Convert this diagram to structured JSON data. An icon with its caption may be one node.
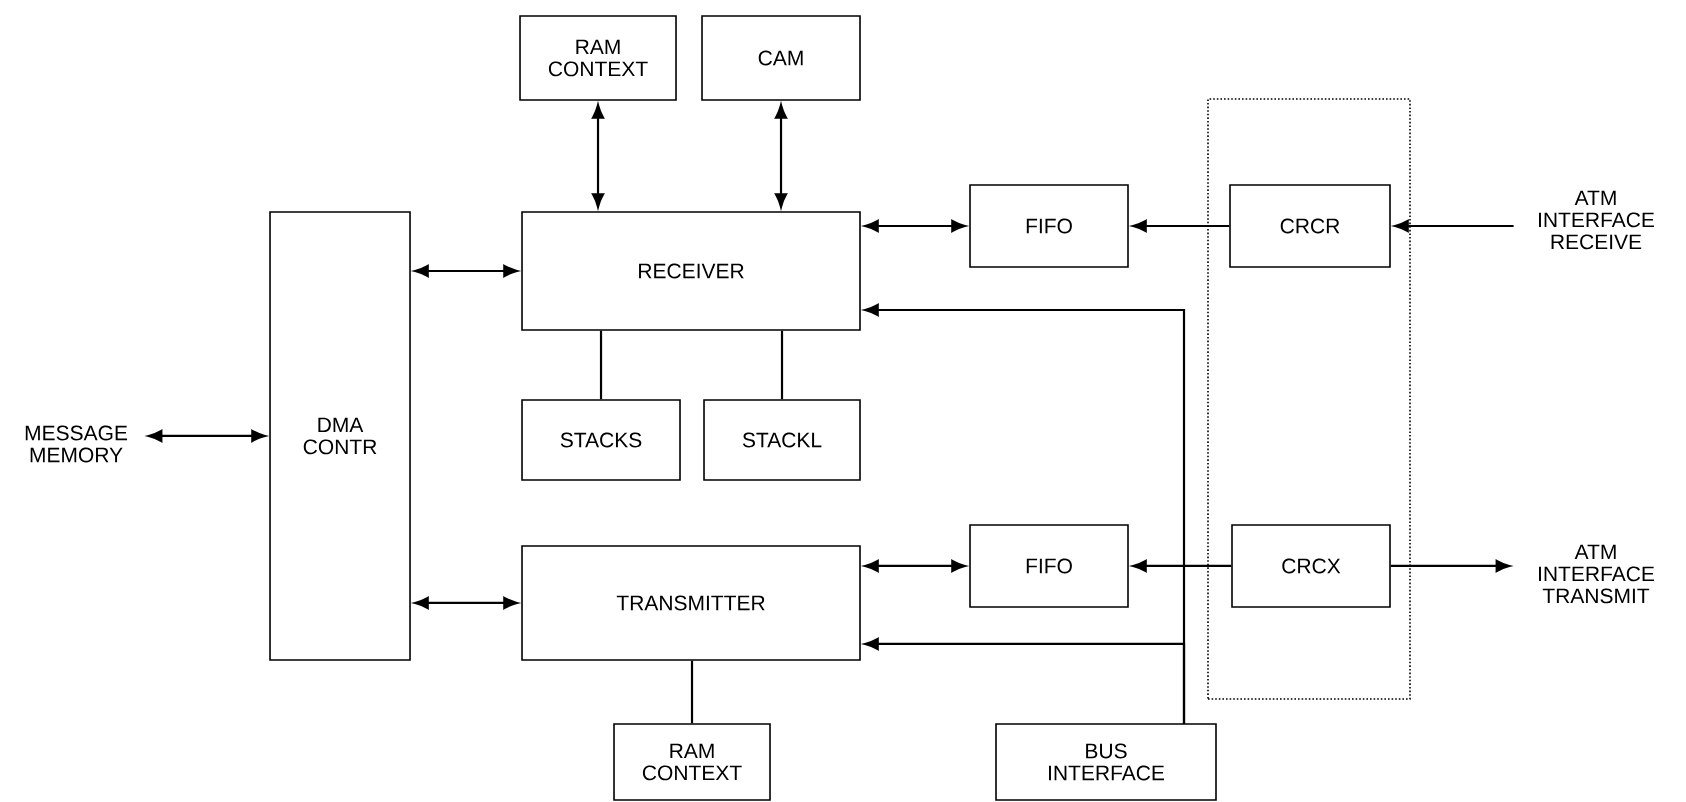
{
  "diagram": {
    "nodes": [
      {
        "text": [
          "RAM CONTEXT"
        ]
      },
      {
        "text": [
          "CAM"
        ]
      },
      {
        "text": [
          "DMA CONTR"
        ]
      },
      {
        "text": [
          "RECEIVER"
        ]
      },
      {
        "text": [
          "FIFO"
        ]
      },
      {
        "text": [],
        "shape": "box"
      },
      {
        "text": [
          "CRCR"
        ],
        "in": 5
      },
      {
        "text": [
          "ATM INTERFACE RECEIVE"
        ]
      },
      {
        "text": [
          "STACKS"
        ]
      },
      {
        "text": [
          "STACKL"
        ]
      },
      {
        "text": [
          "MESSAGE MEMORY"
        ]
      },
      {
        "text": [
          "TRANSMITTER"
        ]
      },
      {
        "text": [
          "FIFO"
        ]
      },
      {
        "text": [
          "CRCX"
        ],
        "in": 5
      },
      {
        "text": [
          "ATM INTERFACE TRANSMIT"
        ]
      },
      {
        "text": [
          "RAM CONTEXT"
        ]
      },
      {
        "text": [
          "BUS INTERFACE"
        ]
      }
    ],
    "edges": [
      {
        "from": 0,
        "to": 3,
        "arrow": "both"
      },
      {
        "from": 1,
        "to": 3,
        "arrow": "both"
      },
      {
        "from": 2,
        "to": 3,
        "arrow": "both"
      },
      {
        "from": 3,
        "to": 4,
        "arrow": "both"
      },
      {
        "from": 6,
        "to": 4,
        "arrow": "to"
      },
      {
        "from": 7,
        "to": 6,
        "arrow": "to"
      },
      {
        "from": 3,
        "to": 8,
        "arrow": "none"
      },
      {
        "from": 3,
        "to": 9,
        "arrow": "none"
      },
      {
        "from": 10,
        "to": 2,
        "arrow": "both"
      },
      {
        "from": 2,
        "to": 11,
        "arrow": "both"
      },
      {
        "from": 11,
        "to": 12,
        "arrow": "both"
      },
      {
        "from": 13,
        "to": 12,
        "arrow": "to"
      },
      {
        "from": 13,
        "to": 14,
        "arrow": "to"
      },
      {
        "from": 11,
        "to": 15,
        "arrow": "none"
      },
      {
        "from": 16,
        "to": 3,
        "arrow": "to"
      },
      {
        "from": 16,
        "to": 11,
        "arrow": "to"
      }
    ]
  }
}
